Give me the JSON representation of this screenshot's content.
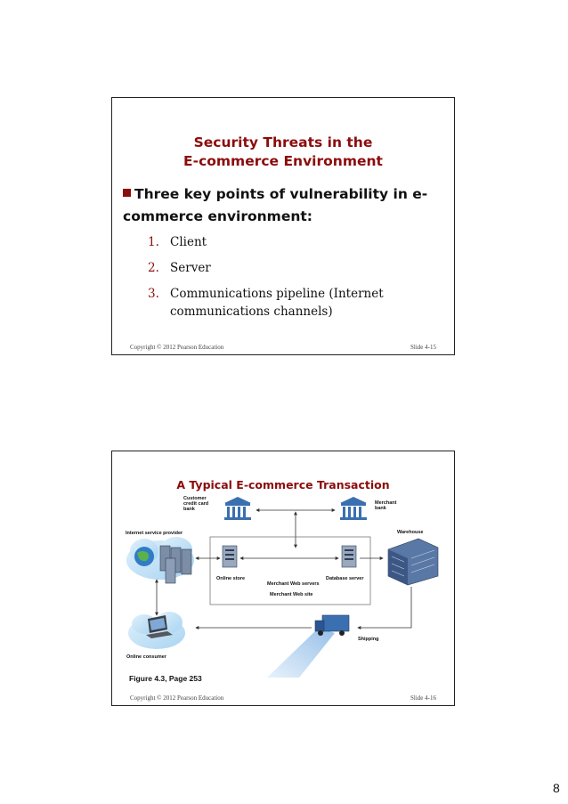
{
  "slide1": {
    "title_line1": "Security Threats in the",
    "title_line2": "E-commerce Environment",
    "bullet": "Three key points of vulnerability in e-commerce environment:",
    "items": [
      {
        "num": "1.",
        "text": "Client"
      },
      {
        "num": "2.",
        "text": "Server"
      },
      {
        "num": "3.",
        "text": "Communications pipeline (Internet communications channels)"
      }
    ],
    "copyright": "Copyright © 2012 Pearson Education",
    "slide_number": "Slide 4-15"
  },
  "slide2": {
    "title": "A Typical E-commerce Transaction",
    "diagram_labels": {
      "customer_bank": [
        "Customer",
        "credit card",
        "bank"
      ],
      "merchant_bank": [
        "Merchant",
        "bank"
      ],
      "isp": "Internet service provider",
      "warehouse": "Warehouse",
      "online_store": "Online store",
      "database_server": "Database server",
      "merchant_web_servers": "Merchant Web servers",
      "merchant_web_site": "Merchant Web site",
      "online_consumer": "Online consumer",
      "shipping": "Shipping"
    },
    "caption": "Figure 4.3, Page 253",
    "copyright": "Copyright © 2012 Pearson Education",
    "slide_number": "Slide 4-16"
  },
  "page_number": "8",
  "colors": {
    "accent": "#8b0c0c",
    "diagram_blue": "#3a6fb0"
  }
}
